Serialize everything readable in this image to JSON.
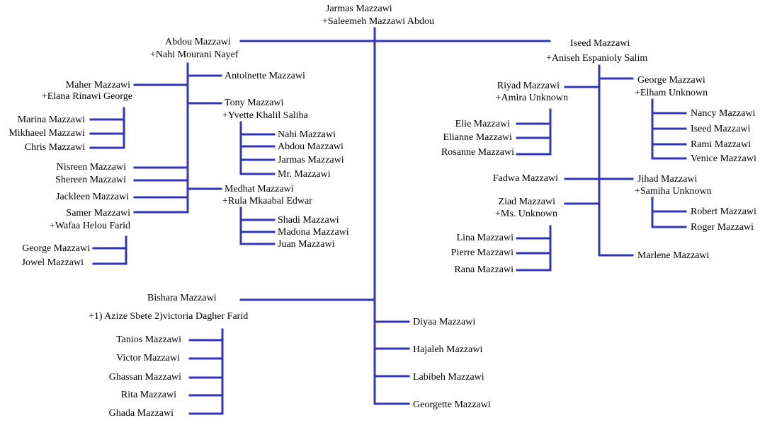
{
  "line_color": "#3333bb",
  "root": {
    "name": "Jarmas Mazzawi",
    "spouse": "+Saleemeh Mazzawi Abdou"
  },
  "abdou": {
    "name": "Abdou Mazzawi",
    "spouse": "+Nahi Mourani Nayef",
    "maher": {
      "name": "Maher Mazzawi",
      "spouse": "+Elana Rinawi George",
      "children": [
        "Marina Mazzawi",
        "Mikhaeel Mazzawi",
        "Chris Mazzawi"
      ]
    },
    "antoinette": "Antoinette Mazzawi",
    "tony": {
      "name": "Tony Mazzawi",
      "spouse": "+Yvette Khalil Saliba",
      "children": [
        "Nahi Mazzawi",
        "Abdou Mazzawi",
        "Jarmas Mazzawi",
        "Mr. Mazzawi"
      ]
    },
    "nisreen": "Nisreen Mazzawi",
    "shereen": "Shereen Mazzawi",
    "jackleen": "Jackleen Mazzawi",
    "medhat": {
      "name": "Medhat Mazzawi",
      "spouse": "+Rula Mkaabal Edwar",
      "children": [
        "Shadi Mazzawi",
        "Madona Mazzawi",
        "Juan Mazzawi"
      ]
    },
    "samer": {
      "name": "Samer Mazzawi",
      "spouse": "+Wafaa Helou Farid",
      "children": [
        "George Mazzawi",
        "Jowel Mazzawi"
      ]
    }
  },
  "iseed": {
    "name": "Iseed Mazzawi",
    "spouse": "+Aniseh Espanioly Salim",
    "riyad": {
      "name": "Riyad Mazzawi",
      "spouse": "+Amira Unknown",
      "children": [
        "Elie Mazzawi",
        "Elianne Mazzawi",
        "Rosanne Mazzawi"
      ]
    },
    "george": {
      "name": "George Mazzawi",
      "spouse": "+Elham Unknown",
      "children": [
        "Nancy Mazzawi",
        "Iseed Mazzawi",
        "Rami Mazzawi",
        "Venice Mazzawi"
      ]
    },
    "fadwa": "Fadwa Mazzawi",
    "jihad": {
      "name": "Jihad Mazzawi",
      "spouse": "+Samiha Unknown",
      "children": [
        "Robert Mazzawi",
        "Roger Mazzawi"
      ]
    },
    "ziad": {
      "name": "Ziad Mazzawi",
      "spouse": "+Ms. Unknown",
      "children": [
        "Lina Mazzawi",
        "Pierre Mazzawi",
        "Rana Mazzawi"
      ]
    },
    "marlene": "Marlene Mazzawi"
  },
  "bishara": {
    "name": "Bishara Mazzawi",
    "spouse": "+1) Azize Sbete 2)victoria Dagher Farid",
    "children": [
      "Tanios Mazzawi",
      "Victor Mazzawi",
      "Ghassan Mazzawi",
      "Rita Mazzawi",
      "Ghada Mazzawi"
    ]
  },
  "diyaa": "Diyaa Mazzawi",
  "hajaleh": "Hajaleh Mazzawi",
  "labibeh": "Labibeh Mazzawi",
  "georgette": "Georgette Mazzawi"
}
